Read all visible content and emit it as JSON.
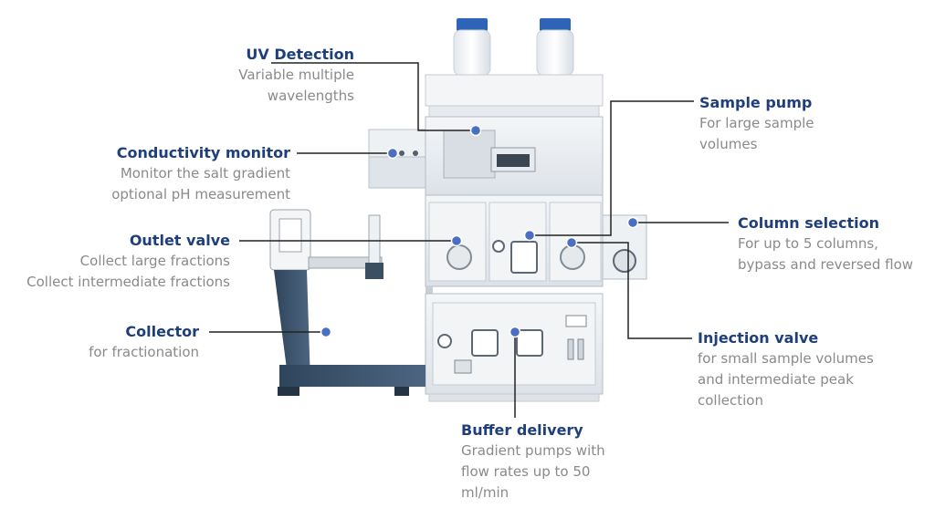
{
  "callouts": {
    "uv_detection": {
      "title": "UV Detection",
      "lines": [
        "Variable multiple",
        "wavelengths"
      ]
    },
    "conductivity_monitor": {
      "title": "Conductivity monitor",
      "lines": [
        "Monitor the salt gradient",
        "optional pH measurement"
      ]
    },
    "outlet_valve": {
      "title": "Outlet valve",
      "lines": [
        "Collect large fractions",
        "Collect intermediate fractions"
      ]
    },
    "collector": {
      "title": "Collector",
      "lines": [
        "for fractionation"
      ]
    },
    "sample_pump": {
      "title": "Sample pump",
      "lines": [
        "For large sample",
        "volumes"
      ]
    },
    "column_selection": {
      "title": "Column selection",
      "lines": [
        "For up to 5 columns,",
        "bypass and reversed flow"
      ]
    },
    "injection_valve": {
      "title": "Injection valve",
      "lines": [
        "for small sample volumes",
        "and intermediate peak",
        "collection"
      ]
    },
    "buffer_delivery": {
      "title": "Buffer delivery",
      "lines": [
        "Gradient pumps with",
        "flow rates up to 50",
        "ml/min"
      ]
    }
  },
  "colors": {
    "title": "#1f3f7a",
    "description": "#8a8a8a",
    "dot": "#4a6fc2",
    "leader": "#222222",
    "collector_frame": "#3b5068"
  }
}
